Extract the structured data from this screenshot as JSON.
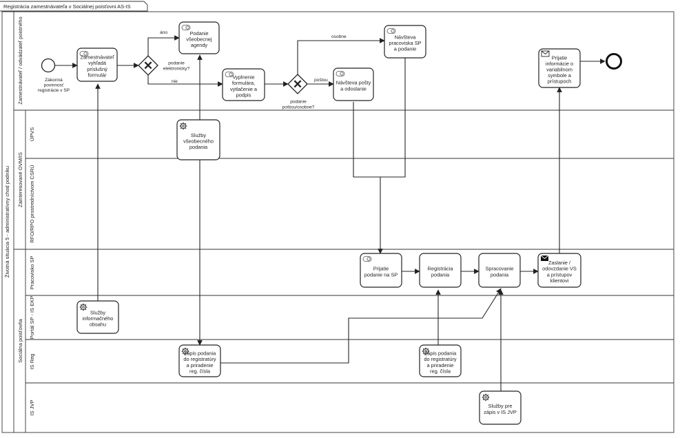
{
  "diagram": {
    "title": "Registrácia zamestnávateľa v Sociálnej poisťovni AS-IS",
    "pool": "Životná situácia 5 - administratívny chod podniku",
    "lanes": {
      "zamestnavatel": "Zamestnávateľ / odvádzateľ poistného",
      "zainteresovane_group": "Zainteresované OVM/IS",
      "upvs": "ÚPVS",
      "rfo_rpo": "RFO/RPO prostredníctvom CSRÚ",
      "socialna_group": "Sociálna poisťovňa",
      "pracovisko": "Pracovisko SP",
      "portal": "Portál SP - IS EKP",
      "isreg": "IS Reg",
      "isjvp": "IS JVP"
    },
    "events": {
      "start_label": [
        "Zákonná",
        "povinnosť",
        "registrácie v SP"
      ]
    },
    "tasks": {
      "vyhlada": [
        "Zamestnávateľ",
        "vyhľadá",
        "príslušný",
        "formulár"
      ],
      "podanie_vseob": [
        "Podanie",
        "všeobecnej",
        "agendy"
      ],
      "vyplnenie": [
        "Vyplnenie",
        "formulára,",
        "vytlačenie a",
        "podpis"
      ],
      "navsteva_posty": [
        "Návšteva pošty",
        "a odoslanie"
      ],
      "navsteva_prac": [
        "Návšteva",
        "pracoviska SP",
        "a podanie"
      ],
      "prijatie_info": [
        "Prijatie",
        "informácie o",
        "variabilnom",
        "symbole a",
        "prístupoch"
      ],
      "sluzby_vseob": [
        "Služby",
        "všeobecného",
        "podania"
      ],
      "prijatie_podanie": [
        "Prijatie",
        "podanie na SP"
      ],
      "registracia": [
        "Registrácia",
        "podania"
      ],
      "spracovanie": [
        "Spracovanie",
        "podania"
      ],
      "zaslanie": [
        "Zaslanie /",
        "odovzdanie VS",
        "a prístupov",
        "klientovi"
      ],
      "sluzby_info": [
        "Služby",
        "informačného",
        "obsahu"
      ],
      "zapis1": [
        "Zápis podania",
        "do registratúry",
        "a priradenie",
        "reg. čísla"
      ],
      "zapis2": [
        "Zápis podania",
        "do registratúry",
        "a priradenie",
        "reg. čísla"
      ],
      "sluzby_jvp": [
        "Služby pre",
        "zápis v IS JVP"
      ]
    },
    "gateways": {
      "g1_label": [
        "podanie",
        "elektronicky?"
      ],
      "g1_yes": "áno",
      "g1_no": "nie",
      "g2_label": [
        "podanie",
        "poštou/osobne?"
      ],
      "g2_osobne": "osobne",
      "g2_postou": "poštou"
    }
  }
}
